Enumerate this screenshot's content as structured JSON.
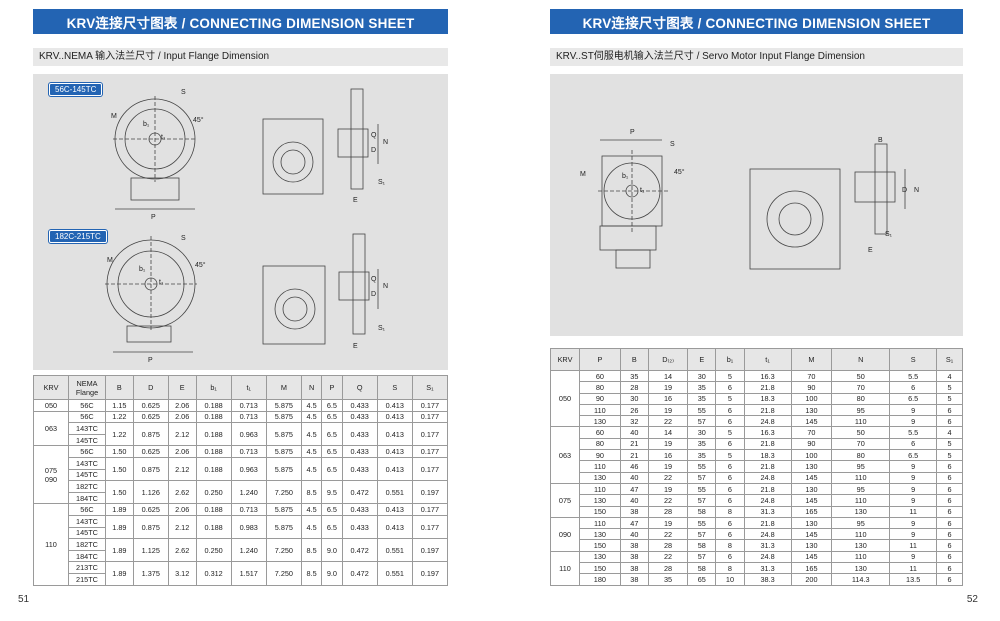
{
  "left": {
    "banner": "KRV连接尺寸图表 / CONNECTING DIMENSION SHEET",
    "subtitle": "KRV..NEMA 输入法兰尺寸 / Input Flange Dimension",
    "tag_top": "56C-145TC",
    "tag_bottom": "182C-215TC",
    "page_number": "51",
    "labels": {
      "S": "S",
      "M": "M",
      "b1": "b₁",
      "t1": "t₁",
      "P": "P",
      "Q": "Q",
      "N": "N",
      "D": "D",
      "E": "E",
      "S1": "S₁",
      "angle": "45°"
    },
    "table": {
      "headers": [
        "KRV",
        "NEMA Flange",
        "B",
        "D",
        "E",
        "b₁",
        "t₁",
        "M",
        "N",
        "P",
        "Q",
        "S",
        "S₁"
      ],
      "rows": [
        [
          "56C",
          "1.15",
          "0.625",
          "2.06",
          "0.188",
          "0.713",
          "5.875",
          "4.5",
          "6.5",
          "0.433",
          "0.413",
          "0.177"
        ],
        [
          "56C",
          "1.22",
          "0.625",
          "2.06",
          "0.188",
          "0.713",
          "5.875",
          "4.5",
          "6.5",
          "0.433",
          "0.413",
          "0.177"
        ],
        [
          "143TC",
          "1.22",
          "0.875",
          "2.12",
          "0.188",
          "0.963",
          "5.875",
          "4.5",
          "6.5",
          "0.433",
          "0.413",
          "0.177"
        ],
        [
          "145TC",
          "",
          "",
          "",
          "",
          "",
          "",
          "",
          "",
          "",
          "",
          ""
        ],
        [
          "56C",
          "1.50",
          "0.625",
          "2.06",
          "0.188",
          "0.713",
          "5.875",
          "4.5",
          "6.5",
          "0.433",
          "0.413",
          "0.177"
        ],
        [
          "143TC",
          "1.50",
          "0.875",
          "2.12",
          "0.188",
          "0.963",
          "5.875",
          "4.5",
          "6.5",
          "0.433",
          "0.413",
          "0.177"
        ],
        [
          "145TC",
          "",
          "",
          "",
          "",
          "",
          "",
          "",
          "",
          "",
          "",
          ""
        ],
        [
          "182TC",
          "1.50",
          "1.126",
          "2.62",
          "0.250",
          "1.240",
          "7.250",
          "8.5",
          "9.5",
          "0.472",
          "0.551",
          "0.197"
        ],
        [
          "184TC",
          "",
          "",
          "",
          "",
          "",
          "",
          "",
          "",
          "",
          "",
          ""
        ],
        [
          "56C",
          "1.89",
          "0.625",
          "2.06",
          "0.188",
          "0.713",
          "5.875",
          "4.5",
          "6.5",
          "0.433",
          "0.413",
          "0.177"
        ],
        [
          "143TC",
          "1.89",
          "0.875",
          "2.12",
          "0.188",
          "0.983",
          "5.875",
          "4.5",
          "6.5",
          "0.433",
          "0.413",
          "0.177"
        ],
        [
          "145TC",
          "",
          "",
          "",
          "",
          "",
          "",
          "",
          "",
          "",
          "",
          ""
        ],
        [
          "182TC",
          "1.89",
          "1.125",
          "2.62",
          "0.250",
          "1.240",
          "7.250",
          "8.5",
          "9.0",
          "0.472",
          "0.551",
          "0.197"
        ],
        [
          "184TC",
          "",
          "",
          "",
          "",
          "",
          "",
          "",
          "",
          "",
          "",
          ""
        ],
        [
          "213TC",
          "1.89",
          "1.375",
          "3.12",
          "0.312",
          "1.517",
          "7.250",
          "8.5",
          "9.0",
          "0.472",
          "0.551",
          "0.197"
        ],
        [
          "215TC",
          "",
          "",
          "",
          "",
          "",
          "",
          "",
          "",
          "",
          "",
          ""
        ]
      ],
      "krv_groups": [
        "050",
        "063",
        "075\n090",
        "110"
      ]
    }
  },
  "right": {
    "banner": "KRV连接尺寸图表 / CONNECTING DIMENSION SHEET",
    "subtitle": "KRV..ST伺服电机输入法兰尺寸 / Servo Motor Input Flange Dimension",
    "page_number": "52",
    "labels": {
      "S": "S",
      "M": "M",
      "b1": "b₁",
      "t1": "t₁",
      "P": "P",
      "B": "B",
      "N": "N",
      "D": "D",
      "E": "E",
      "S1": "S₁",
      "angle": "45°"
    },
    "table": {
      "headers": [
        "KRV",
        "P",
        "B",
        "D₍₂₎",
        "E",
        "b₁",
        "t₁",
        "M",
        "N",
        "S",
        "S₁"
      ],
      "groups": [
        {
          "krv": "050",
          "rows": [
            [
              "60",
              "35",
              "14",
              "30",
              "5",
              "16.3",
              "70",
              "50",
              "5.5",
              "4"
            ],
            [
              "80",
              "28",
              "19",
              "35",
              "6",
              "21.8",
              "90",
              "70",
              "6",
              "5"
            ],
            [
              "90",
              "30",
              "16",
              "35",
              "5",
              "18.3",
              "100",
              "80",
              "6.5",
              "5"
            ],
            [
              "110",
              "26",
              "19",
              "55",
              "6",
              "21.8",
              "130",
              "95",
              "9",
              "6"
            ],
            [
              "130",
              "32",
              "22",
              "57",
              "6",
              "24.8",
              "145",
              "110",
              "9",
              "6"
            ]
          ]
        },
        {
          "krv": "063",
          "rows": [
            [
              "60",
              "40",
              "14",
              "30",
              "5",
              "16.3",
              "70",
              "50",
              "5.5",
              "4"
            ],
            [
              "80",
              "21",
              "19",
              "35",
              "6",
              "21.8",
              "90",
              "70",
              "6",
              "5"
            ],
            [
              "90",
              "21",
              "16",
              "35",
              "5",
              "18.3",
              "100",
              "80",
              "6.5",
              "5"
            ],
            [
              "110",
              "46",
              "19",
              "55",
              "6",
              "21.8",
              "130",
              "95",
              "9",
              "6"
            ],
            [
              "130",
              "40",
              "22",
              "57",
              "6",
              "24.8",
              "145",
              "110",
              "9",
              "6"
            ]
          ]
        },
        {
          "krv": "075",
          "rows": [
            [
              "110",
              "47",
              "19",
              "55",
              "6",
              "21.8",
              "130",
              "95",
              "9",
              "6"
            ],
            [
              "130",
              "40",
              "22",
              "57",
              "6",
              "24.8",
              "145",
              "110",
              "9",
              "6"
            ],
            [
              "150",
              "38",
              "28",
              "58",
              "8",
              "31.3",
              "165",
              "130",
              "11",
              "6"
            ]
          ]
        },
        {
          "krv": "090",
          "rows": [
            [
              "110",
              "47",
              "19",
              "55",
              "6",
              "21.8",
              "130",
              "95",
              "9",
              "6"
            ],
            [
              "130",
              "40",
              "22",
              "57",
              "6",
              "24.8",
              "145",
              "110",
              "9",
              "6"
            ],
            [
              "150",
              "38",
              "28",
              "58",
              "8",
              "31.3",
              "130",
              "130",
              "11",
              "6"
            ]
          ]
        },
        {
          "krv": "110",
          "rows": [
            [
              "130",
              "38",
              "22",
              "57",
              "6",
              "24.8",
              "145",
              "110",
              "9",
              "6"
            ],
            [
              "150",
              "38",
              "28",
              "58",
              "8",
              "31.3",
              "165",
              "130",
              "11",
              "6"
            ],
            [
              "180",
              "38",
              "35",
              "65",
              "10",
              "38.3",
              "200",
              "114.3",
              "13.5",
              "6"
            ]
          ]
        }
      ]
    }
  },
  "colors": {
    "banner": "#2364b3",
    "drawing_bg": "#e1e1e1",
    "header_bg": "#e6e6e6"
  }
}
